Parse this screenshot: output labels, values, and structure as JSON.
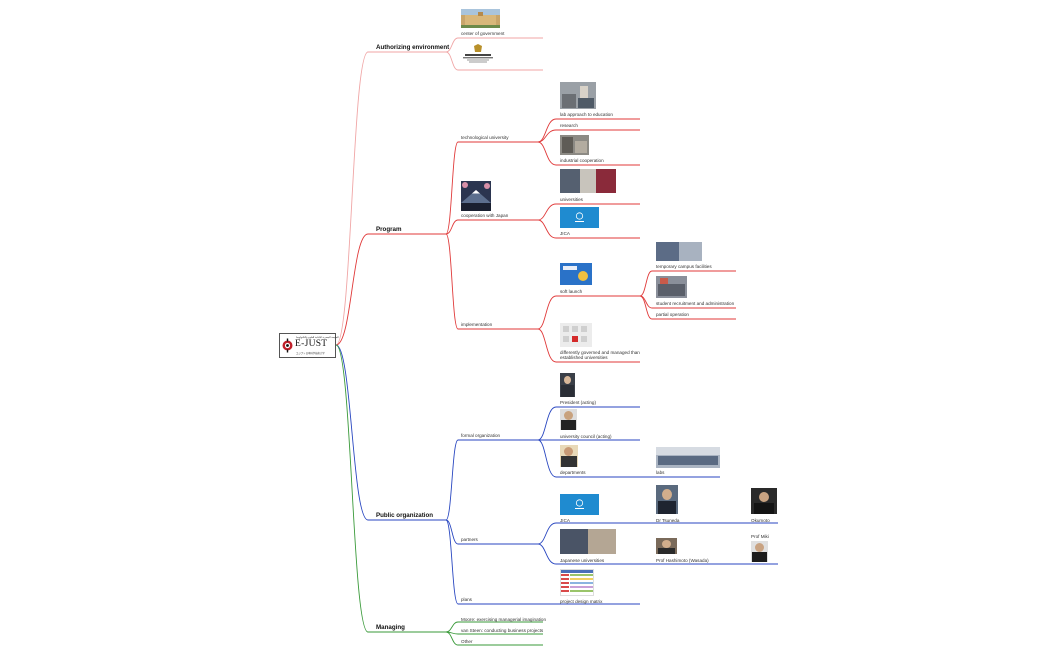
{
  "root": {
    "arabic": "الجامعة المصرية اليابانية للعلوم والتكنولوجيا",
    "title": "E-JUST",
    "japanese": "エジプト日本科学技術大学"
  },
  "topics": {
    "authorizing": "Authorizing environment",
    "program": "Program",
    "public_org": "Public organization",
    "managing": "Managing"
  },
  "labels": {
    "center_gov": "center of government",
    "tech_univ": "technological university",
    "lab_approach": "lab approach to education",
    "research": "research",
    "industrial": "industrial cooperation",
    "coop_japan": "cooperation with Japan",
    "universities": "universities",
    "jica1": "JICA",
    "implementation": "implementation",
    "soft_launch": "soft launch",
    "temp_campus": "temporary campus facilities",
    "student_recruit": "student recruitment and administration",
    "partial_op": "partial operation",
    "differently": "differently governed and managed than established universities",
    "formal_org": "formal organization",
    "president": "President (acting)",
    "council": "university council (acting)",
    "departments": "departments",
    "labs": "labs",
    "partners": "partners",
    "jica2": "JICA",
    "tsuneda": "Dr Tsuneda",
    "okumoto": "Okumoto",
    "jp_univ": "Japanese universities",
    "hashimoto": "Prof Hashimoto (Wasada)",
    "prof_miki": "Prof Miki",
    "plans": "plans",
    "pdm": "project design matrix",
    "moore": "Moore: exercising managerial imagination",
    "van_steen": "van Steen: conducting business projects",
    "other": "Other"
  },
  "colors": {
    "authorizing": "#f0a6a6",
    "program": "#e03a3a",
    "public_org": "#2846c0",
    "managing": "#3a9a3a"
  }
}
